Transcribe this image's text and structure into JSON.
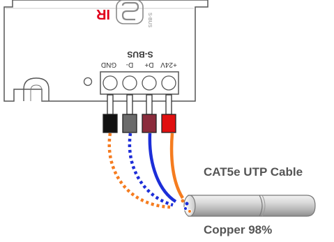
{
  "device": {
    "brand_text": "IR",
    "bus_label": "S-BUS",
    "terminals": [
      "GND",
      "D-",
      "D+",
      "+24V"
    ],
    "terminal_colors": [
      "#111111",
      "#6b6b6b",
      "#8b2c3c",
      "#e01010"
    ]
  },
  "wires": {
    "colors": {
      "orange": "#f57c1f",
      "blue": "#1c2ed8",
      "white": "#ffffff"
    }
  },
  "cable": {
    "label": "CAT5e UTP Cable",
    "material": "Copper 98%"
  }
}
